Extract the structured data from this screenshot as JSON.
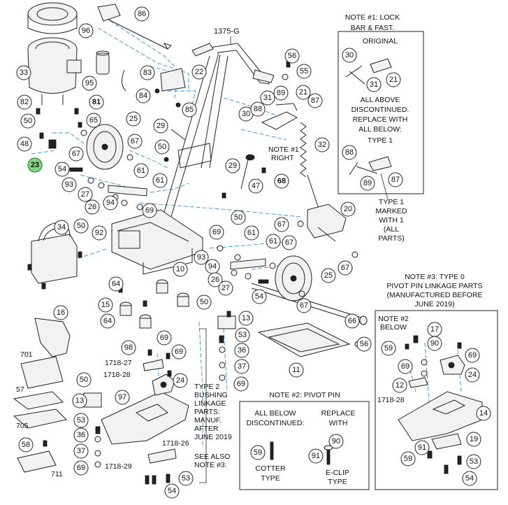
{
  "assembly_label": "1375-G",
  "callouts": [
    {
      "id": "c86",
      "num": "86"
    },
    {
      "id": "c96",
      "num": "96"
    },
    {
      "id": "c33",
      "num": "33"
    },
    {
      "id": "c95",
      "num": "95"
    },
    {
      "id": "c83",
      "num": "83"
    },
    {
      "id": "c22",
      "num": "22"
    },
    {
      "id": "c56a",
      "num": "56"
    },
    {
      "id": "c55",
      "num": "55"
    },
    {
      "id": "c82",
      "num": "82"
    },
    {
      "id": "c81",
      "num": "81"
    },
    {
      "id": "c84",
      "num": "84"
    },
    {
      "id": "c85",
      "num": "85"
    },
    {
      "id": "c31",
      "num": "31"
    },
    {
      "id": "c89a",
      "num": "89"
    },
    {
      "id": "c21a",
      "num": "21"
    },
    {
      "id": "c87a",
      "num": "87"
    },
    {
      "id": "c50a",
      "num": "50"
    },
    {
      "id": "c65",
      "num": "65"
    },
    {
      "id": "c25a",
      "num": "25"
    },
    {
      "id": "c30a",
      "num": "30"
    },
    {
      "id": "c88a",
      "num": "88"
    },
    {
      "id": "c67a",
      "num": "67"
    },
    {
      "id": "c29a",
      "num": "29"
    },
    {
      "id": "c48",
      "num": "48"
    },
    {
      "id": "c23",
      "num": "23"
    },
    {
      "id": "c67b",
      "num": "67"
    },
    {
      "id": "c50b",
      "num": "50"
    },
    {
      "id": "c29b",
      "num": "29"
    },
    {
      "id": "c32",
      "num": "32"
    },
    {
      "id": "c54a",
      "num": "54"
    },
    {
      "id": "c61a",
      "num": "61"
    },
    {
      "id": "c93a",
      "num": "93"
    },
    {
      "id": "c27a",
      "num": "27"
    },
    {
      "id": "c47",
      "num": "47"
    },
    {
      "id": "c68",
      "num": "68"
    },
    {
      "id": "c61b",
      "num": "61"
    },
    {
      "id": "c26a",
      "num": "26"
    },
    {
      "id": "c94a",
      "num": "94"
    },
    {
      "id": "c69a",
      "num": "69"
    },
    {
      "id": "c50c",
      "num": "50"
    },
    {
      "id": "c20",
      "num": "20"
    },
    {
      "id": "c34",
      "num": "34"
    },
    {
      "id": "c50d",
      "num": "50"
    },
    {
      "id": "c92",
      "num": "92"
    },
    {
      "id": "c67c",
      "num": "67"
    },
    {
      "id": "c69b",
      "num": "69"
    },
    {
      "id": "c61c",
      "num": "61"
    },
    {
      "id": "c61d",
      "num": "61"
    },
    {
      "id": "c67d",
      "num": "67"
    },
    {
      "id": "c93b",
      "num": "93"
    },
    {
      "id": "c94b",
      "num": "94"
    },
    {
      "id": "c10",
      "num": "10"
    },
    {
      "id": "c67e",
      "num": "67"
    },
    {
      "id": "c26b",
      "num": "26"
    },
    {
      "id": "c27b",
      "num": "27"
    },
    {
      "id": "c25b",
      "num": "25"
    },
    {
      "id": "c64a",
      "num": "64"
    },
    {
      "id": "c54b",
      "num": "54"
    },
    {
      "id": "c67f",
      "num": "67"
    },
    {
      "id": "c15",
      "num": "15"
    },
    {
      "id": "c64b",
      "num": "64"
    },
    {
      "id": "c50e",
      "num": "50"
    },
    {
      "id": "c13a",
      "num": "13"
    },
    {
      "id": "c16",
      "num": "16"
    },
    {
      "id": "c66",
      "num": "66"
    },
    {
      "id": "c53a",
      "num": "53"
    },
    {
      "id": "c56b",
      "num": "56"
    },
    {
      "id": "c98",
      "num": "98"
    },
    {
      "id": "c69c",
      "num": "69"
    },
    {
      "id": "c36a",
      "num": "36"
    },
    {
      "id": "c69d",
      "num": "69"
    },
    {
      "id": "c11",
      "num": "11"
    },
    {
      "id": "c37a",
      "num": "37"
    },
    {
      "id": "c24a",
      "num": "24"
    },
    {
      "id": "c69e",
      "num": "69"
    },
    {
      "id": "c50f",
      "num": "50"
    },
    {
      "id": "c97",
      "num": "97"
    },
    {
      "id": "c13b",
      "num": "13"
    },
    {
      "id": "c53b",
      "num": "53"
    },
    {
      "id": "c36b",
      "num": "36"
    },
    {
      "id": "c37b",
      "num": "37"
    },
    {
      "id": "c69f",
      "num": "69"
    },
    {
      "id": "c58",
      "num": "58"
    },
    {
      "id": "c53c",
      "num": "53"
    },
    {
      "id": "c54c",
      "num": "54"
    },
    {
      "id": "c30b",
      "num": "30"
    },
    {
      "id": "c31b",
      "num": "31"
    },
    {
      "id": "c21b",
      "num": "21"
    },
    {
      "id": "c88b",
      "num": "88"
    },
    {
      "id": "c89b",
      "num": "89"
    },
    {
      "id": "c87b",
      "num": "87"
    },
    {
      "id": "c17",
      "num": "17"
    },
    {
      "id": "c59a",
      "num": "59"
    },
    {
      "id": "c90a",
      "num": "90"
    },
    {
      "id": "c69g",
      "num": "69"
    },
    {
      "id": "c69h",
      "num": "69"
    },
    {
      "id": "c24b",
      "num": "24"
    },
    {
      "id": "c12",
      "num": "12"
    },
    {
      "id": "c14",
      "num": "14"
    },
    {
      "id": "c91a",
      "num": "91"
    },
    {
      "id": "c19",
      "num": "19"
    },
    {
      "id": "c59b",
      "num": "59"
    },
    {
      "id": "c53d",
      "num": "53"
    },
    {
      "id": "c54d",
      "num": "54"
    },
    {
      "id": "c59c",
      "num": "59"
    },
    {
      "id": "c90b",
      "num": "90"
    },
    {
      "id": "c91b",
      "num": "91"
    }
  ],
  "labels": {
    "l_701": "701",
    "l_57": "57",
    "l_705": "705",
    "l_711": "711",
    "l_1718_27": "1718-27",
    "l_1718_28a": "1718-28",
    "l_1718_26": "1718-26",
    "l_1718_29": "1718-29",
    "l_1718_28b": "1718-28",
    "note1_right_1": "NOTE #1",
    "note1_right_2": "RIGHT"
  },
  "note1": {
    "title_1": "NOTE #1: LOCK",
    "title_2": "BAR & FAST.",
    "original": "ORIGINAL",
    "disc_1": "ALL ABOVE",
    "disc_2": "DISCONTINUED.",
    "disc_3": "REPLACE WITH",
    "disc_4": "ALL BELOW:",
    "type1": "TYPE 1",
    "marked_1": "TYPE 1",
    "marked_2": "MARKED",
    "marked_3": "WITH 1",
    "marked_4": "(ALL",
    "marked_5": "PARTS)"
  },
  "note2": {
    "title": "NOTE #2: PIVOT PIN",
    "left_1": "ALL BELOW",
    "left_2": "DISCONTINUED:",
    "right_1": "REPLACE",
    "right_2": "WITH",
    "cotter_1": "COTTER",
    "cotter_2": "TYPE",
    "eclip_1": "E-CLIP",
    "eclip_2": "TYPE"
  },
  "note3": {
    "title_1": "NOTE #3: TYPE 0",
    "title_2": "PIVOT PIN LINKAGE PARTS",
    "title_3": "(MANUFACTURED BEFORE",
    "title_4": "JUNE 2019)",
    "sub_1": "NOTE #2",
    "sub_2": "BELOW"
  },
  "type2": {
    "l1": "TYPE 2",
    "l2": "BUSHING",
    "l3": "LINKAGE",
    "l4": "PARTS:",
    "l5": "MANUF.",
    "l6": "AFTER",
    "l7": "JUNE 2019",
    "l8": "SEE ALSO",
    "l9": "NOTE #3:"
  }
}
